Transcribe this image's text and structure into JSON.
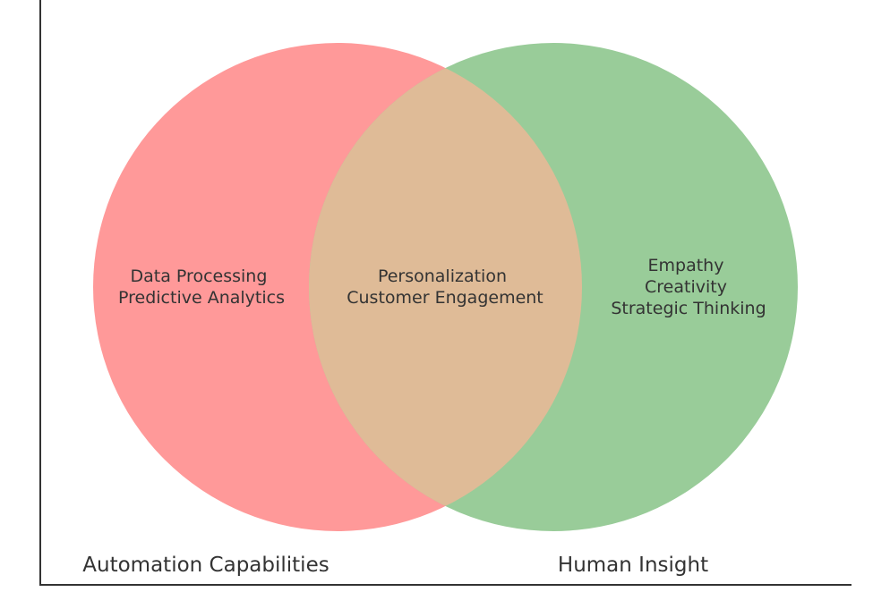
{
  "diagram": {
    "type": "venn2",
    "colors": {
      "set_a": "#ff9999",
      "set_b": "#99cc99",
      "overlap": "#dfbb97",
      "frame": "#333333"
    },
    "sets": [
      {
        "name": "Automation Capabilities",
        "items": [
          "Data Processing",
          "Predictive Analytics"
        ]
      },
      {
        "name": "Human Insight",
        "items": [
          "Empathy",
          "Creativity",
          "Strategic Thinking"
        ]
      }
    ],
    "intersection": {
      "items": [
        "Personalization",
        "Customer Engagement"
      ]
    }
  }
}
